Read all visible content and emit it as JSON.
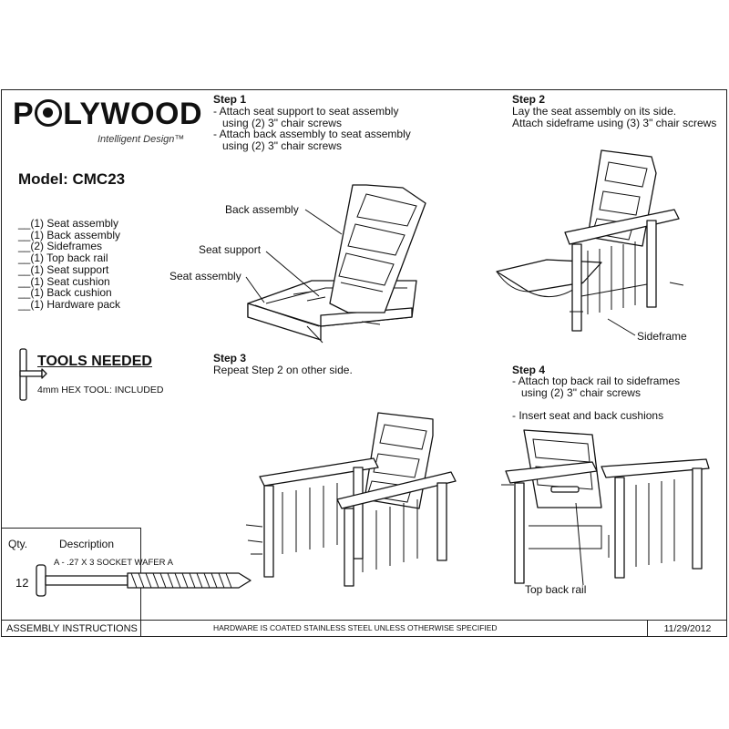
{
  "brand": {
    "logo_text_left": "P",
    "logo_text_right": "LYWOOD",
    "tagline": "Intelligent Design™"
  },
  "model": "Model: CMC23",
  "parts": [
    "__(1) Seat assembly",
    "__(1) Back assembly",
    "__(2) Sideframes",
    "__(1) Top back rail",
    "__(1) Seat support",
    "__(1) Seat cushion",
    "__(1) Back cushion",
    "__(1) Hardware pack"
  ],
  "tools": {
    "title": "TOOLS NEEDED",
    "item": "4mm HEX TOOL: INCLUDED"
  },
  "steps": [
    {
      "title": "Step 1",
      "text": "- Attach seat support to seat assembly\n   using (2) 3\" chair screws\n- Attach back assembly to seat assembly\n   using (2) 3\" chair screws"
    },
    {
      "title": "Step 2",
      "text": "Lay the seat assembly on its side.\nAttach sideframe using (3) 3\" chair screws"
    },
    {
      "title": "Step 3",
      "text": "Repeat Step 2 on other side."
    },
    {
      "title": "Step 4",
      "text": "- Attach top back rail to sideframes\n   using (2) 3\" chair screws\n\n- Insert seat and back cushions"
    }
  ],
  "callouts": {
    "back_assembly": "Back assembly",
    "seat_support": "Seat support",
    "seat_assembly": "Seat assembly",
    "sideframe": "Sideframe",
    "top_back_rail": "Top back rail"
  },
  "hardware": {
    "qty_header": "Qty.",
    "desc_header": "Description",
    "qty": "12",
    "item": "A - .27 X 3 SOCKET WAFER A"
  },
  "footer": {
    "left": "ASSEMBLY INSTRUCTIONS",
    "center": "HARDWARE IS COATED STAINLESS STEEL UNLESS OTHERWISE SPECIFIED",
    "date": "11/29/2012"
  }
}
